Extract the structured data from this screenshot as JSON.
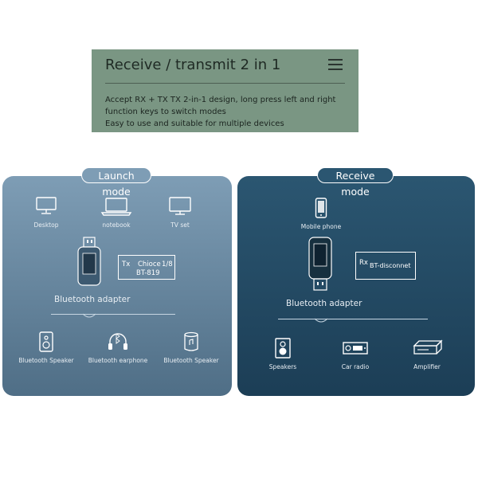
{
  "header": {
    "title": "Receive / transmit 2 in 1",
    "lines": [
      "Accept RX + TX TX 2-in-1 design, long press left and right",
      "function keys to switch modes",
      "Easy to use and suitable for multiple devices"
    ]
  },
  "launch": {
    "badge": "Launch mode",
    "devices": [
      "Desktop",
      "notebook",
      "TV set"
    ],
    "display": {
      "tx": "Tx",
      "choice": "Chioce",
      "count": "1/8",
      "model": "BT-819"
    },
    "adapter_label": "Bluetooth adapter",
    "outputs": [
      "Bluetooth Speaker",
      "Bluetooth earphone",
      "Bluetooth Speaker"
    ]
  },
  "receive": {
    "badge": "Receive mode",
    "device": "Mobile phone",
    "display": {
      "rx": "Rx",
      "status": "BT-disconnet"
    },
    "adapter_label": "Bluetooth adapter",
    "outputs": [
      "Speakers",
      "Car radio",
      "Amplifier"
    ]
  }
}
